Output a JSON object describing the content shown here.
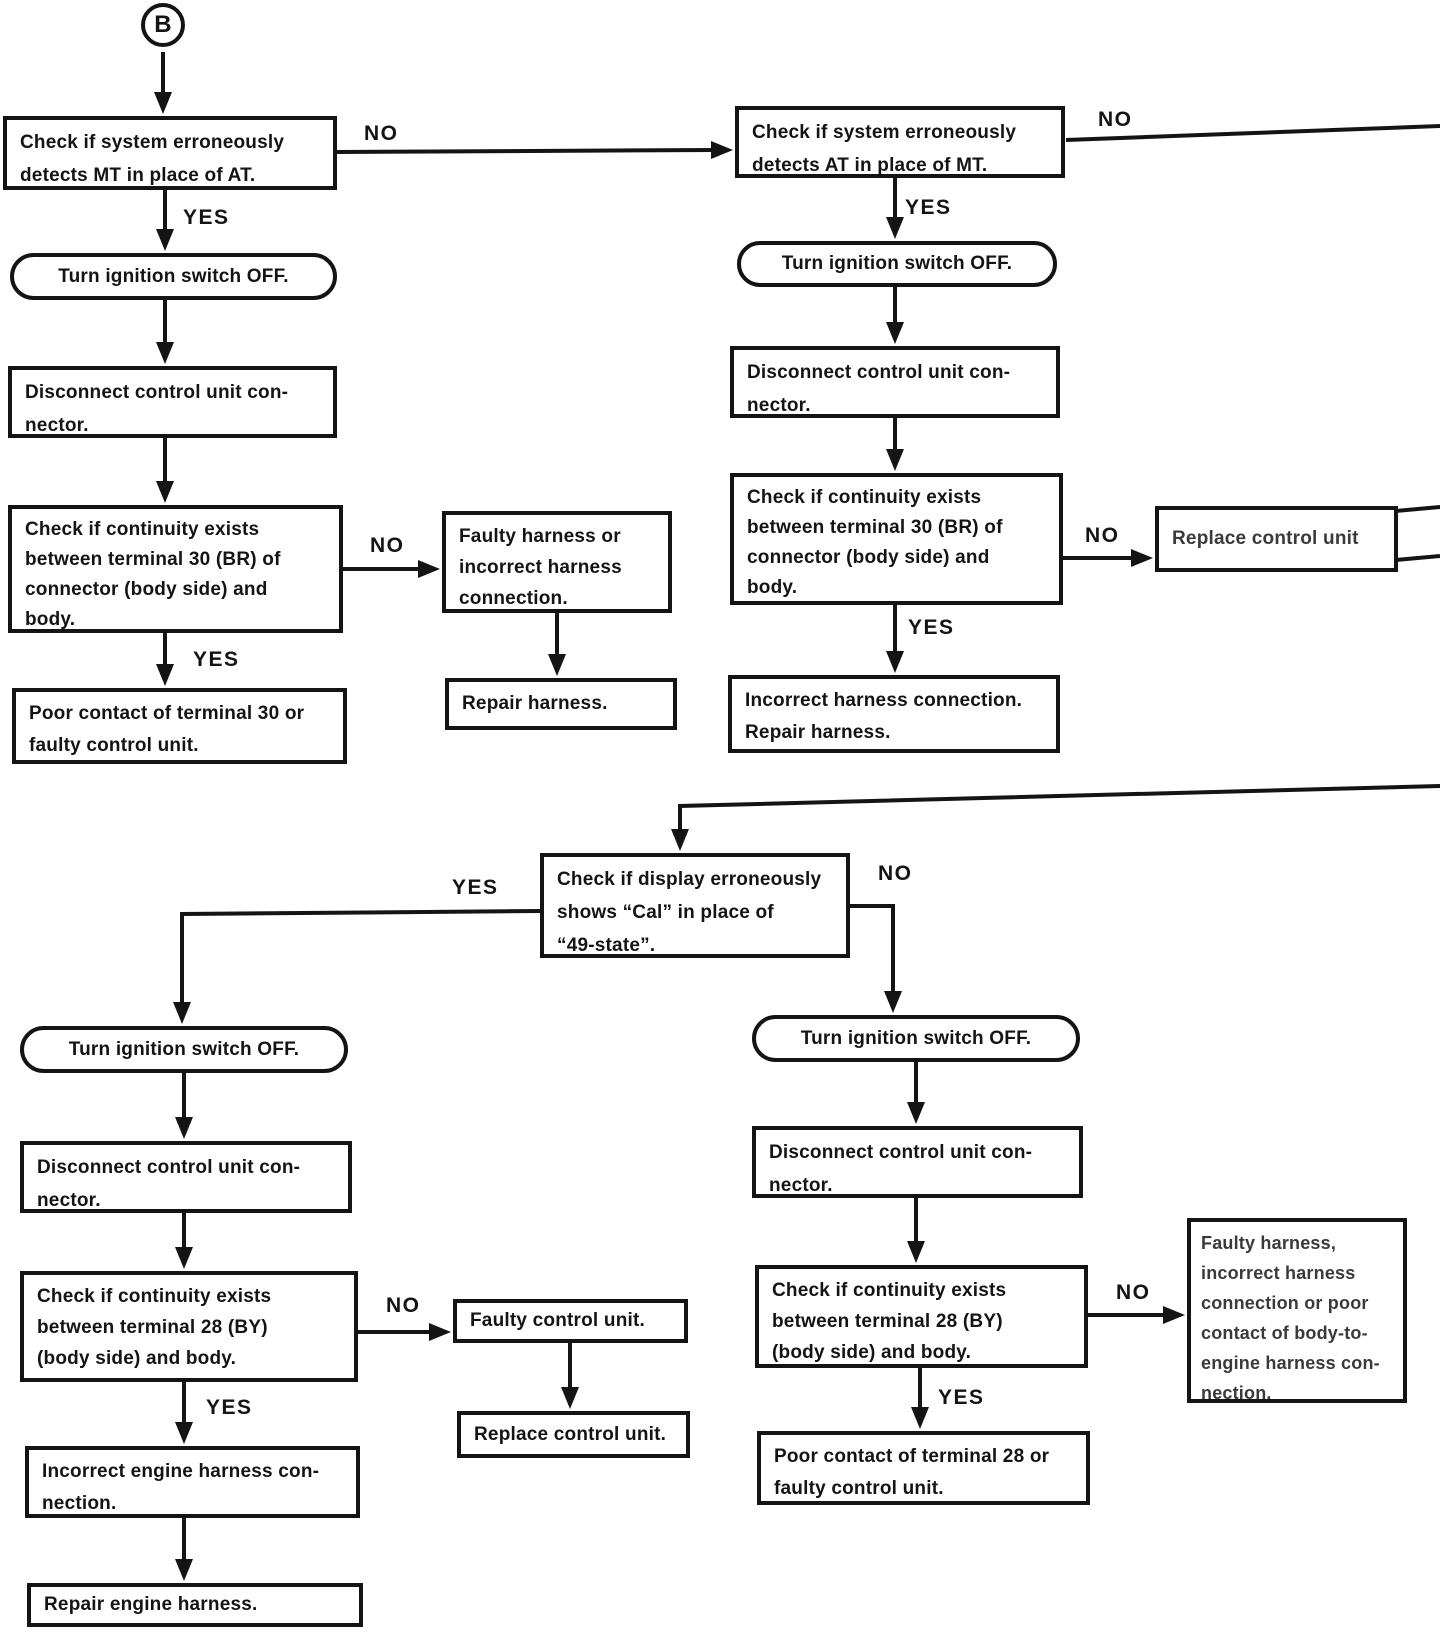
{
  "page": {
    "background": "#ffffff",
    "ink": "#141414"
  },
  "labels": {
    "yes": "YES",
    "no": "NO"
  },
  "nodes": {
    "connector_b": {
      "lines": [
        "B"
      ]
    },
    "check_mt": {
      "lines": [
        "Check if system erroneously",
        "detects MT in place of AT."
      ]
    },
    "turn_off_1": {
      "lines": [
        "Turn ignition switch OFF."
      ]
    },
    "disconnect_1": {
      "lines": [
        "Disconnect control unit con-",
        "nector."
      ]
    },
    "continuity_30_left": {
      "lines": [
        "Check if continuity exists",
        "between terminal 30 (BR) of",
        "connector (body side) and",
        "body."
      ]
    },
    "poor_contact_30": {
      "lines": [
        "Poor contact of terminal 30 or",
        "faulty control unit."
      ]
    },
    "faulty_harness_mid": {
      "lines": [
        "Faulty harness or",
        "incorrect harness",
        "connection."
      ]
    },
    "repair_harness_mid": {
      "lines": [
        "Repair harness."
      ]
    },
    "check_at": {
      "lines": [
        "Check if system erroneously",
        "detects AT in place of MT."
      ]
    },
    "turn_off_2": {
      "lines": [
        "Turn ignition switch OFF."
      ]
    },
    "disconnect_2": {
      "lines": [
        "Disconnect control unit con-",
        "nector."
      ]
    },
    "continuity_30_right": {
      "lines": [
        "Check if continuity exists",
        "between terminal 30 (BR) of",
        "connector (body side) and",
        "body."
      ]
    },
    "incorrect_harness_repair": {
      "lines": [
        "Incorrect harness connection.",
        "Repair harness."
      ]
    },
    "replace_control_unit_right": {
      "lines": [
        "Replace control unit"
      ]
    },
    "check_display": {
      "lines": [
        "Check if display erroneously",
        "shows “Cal” in place of",
        "“49-state”."
      ]
    },
    "turn_off_3": {
      "lines": [
        "Turn ignition switch OFF."
      ]
    },
    "disconnect_3": {
      "lines": [
        "Disconnect control unit con-",
        "nector."
      ]
    },
    "continuity_28_left": {
      "lines": [
        "Check if continuity exists",
        "between terminal 28 (BY)",
        "(body side) and body."
      ]
    },
    "incorrect_engine_harness": {
      "lines": [
        "Incorrect engine harness con-",
        "nection."
      ]
    },
    "repair_engine_harness": {
      "lines": [
        "Repair engine harness."
      ]
    },
    "faulty_control_unit": {
      "lines": [
        "Faulty control unit."
      ]
    },
    "replace_control_unit_mid": {
      "lines": [
        "Replace control unit."
      ]
    },
    "turn_off_4": {
      "lines": [
        "Turn ignition switch OFF."
      ]
    },
    "disconnect_4": {
      "lines": [
        "Disconnect control unit con-",
        "nector."
      ]
    },
    "continuity_28_right": {
      "lines": [
        "Check if continuity exists",
        "between terminal 28 (BY)",
        "(body side) and body."
      ]
    },
    "poor_contact_28": {
      "lines": [
        "Poor contact of terminal 28 or",
        "faulty control unit."
      ]
    },
    "faulty_harness_right": {
      "lines": [
        "Faulty harness,",
        "incorrect harness",
        "connection or poor",
        "contact of body-to-",
        "engine harness con-",
        "nection."
      ]
    }
  }
}
